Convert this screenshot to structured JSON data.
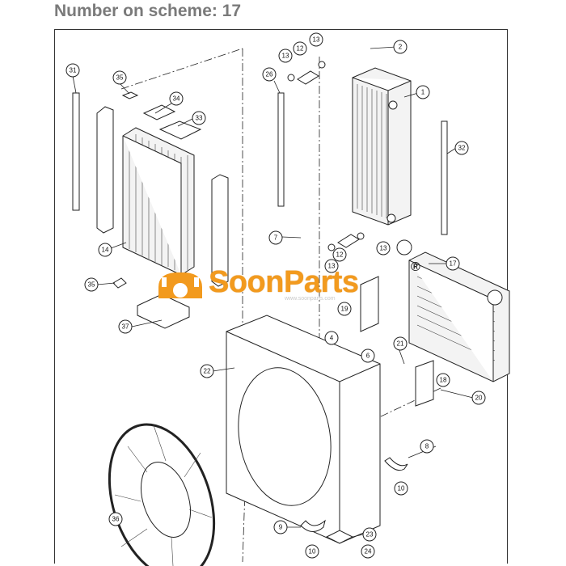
{
  "header": {
    "title": "Number on scheme: 17"
  },
  "watermark": {
    "brand": "SoonParts",
    "registered": "®",
    "url": "www.soonparts.com",
    "color": "#f29a1e"
  },
  "callouts": [
    "1",
    "2",
    "4",
    "6",
    "7",
    "8",
    "9",
    "10",
    "10",
    "12",
    "12",
    "13",
    "13",
    "13",
    "13",
    "14",
    "17",
    "18",
    "19",
    "20",
    "21",
    "22",
    "23",
    "24",
    "26",
    "31",
    "32",
    "33",
    "34",
    "35",
    "35",
    "36",
    "37"
  ]
}
